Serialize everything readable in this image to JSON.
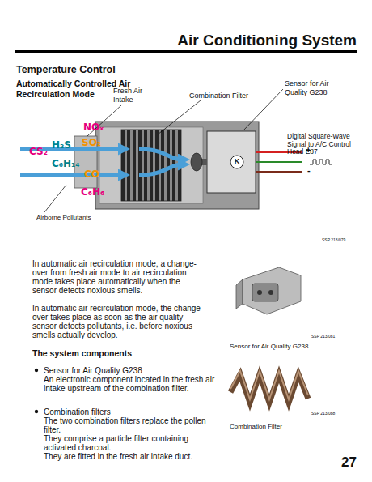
{
  "diagram": {
    "title": "Air Conditioning System",
    "labels": [
      "Temperature Control",
      "Automatically Controlled Air Recirculation Mode",
      "Fresh Air Intake",
      "Combination Filter",
      "Sensor for Air Quality G238",
      "Digital Square-Wave Signal to A/C Control Head E87",
      "+",
      "-",
      "K",
      "NOₓ",
      "SO₂",
      "CS₂",
      "H₂S",
      "C₆H₁₄",
      "CO",
      "C₆H₆",
      "Airborne Pollutants",
      "SSP 213/079",
      "In automatic air recirculation mode, a change-over from fresh air mode to air recirculation mode takes place automatically when the sensor detects noxious smells.",
      "In automatic air recirculation mode, the change-over takes place as soon as the air quality sensor detects pollutants, i.e. before noxious smells actually develop.",
      "The system components",
      "Sensor for Air Quality G238",
      "An electronic component located in the fresh air intake upstream of the combination filter.",
      "Combination filters",
      "The two combination filters replace the pollen filter.",
      "They comprise a particle filter containing activated charcoal.",
      "They are fitted in the fresh air intake duct.",
      "SSP 213/081",
      "Sensor for Air Quality G238",
      "SSP 213/088",
      "Combination Filter",
      "27"
    ]
  }
}
